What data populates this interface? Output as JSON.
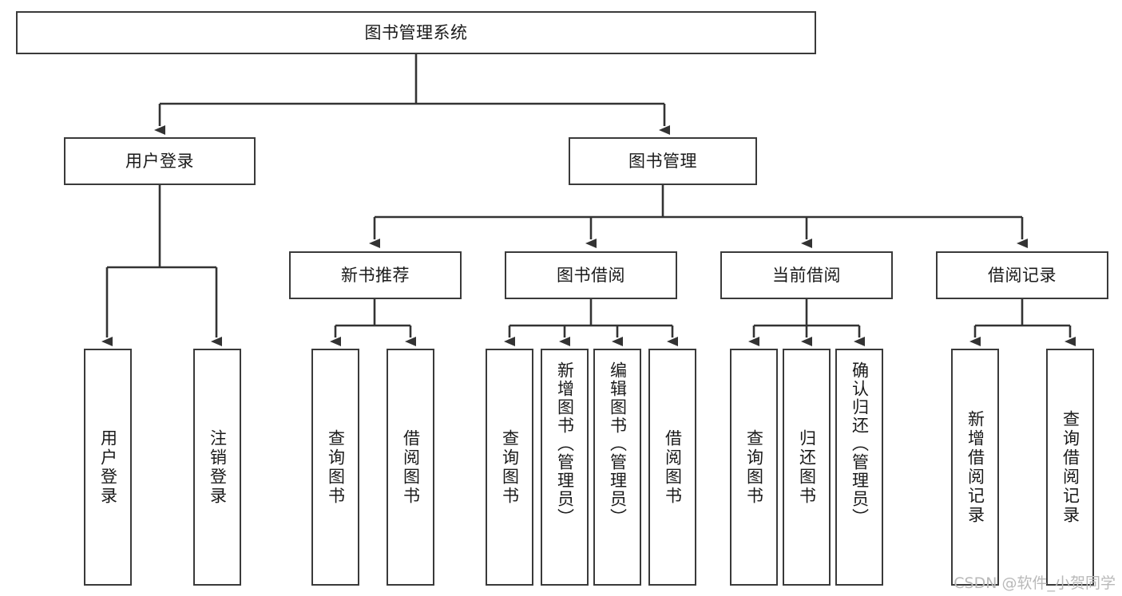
{
  "diagram": {
    "type": "tree-hierarchy",
    "title": "图书管理系统",
    "orientation": "top-down",
    "root": {
      "id": "root",
      "label": "图书管理系统",
      "level": 0
    },
    "level1": [
      {
        "id": "user-login",
        "label": "用户登录",
        "level": 1
      },
      {
        "id": "book-manage",
        "label": "图书管理",
        "level": 1
      }
    ],
    "level2": [
      {
        "id": "new-book-recommend",
        "label": "新书推荐",
        "level": 2,
        "parent": "book-manage"
      },
      {
        "id": "book-borrow",
        "label": "图书借阅",
        "level": 2,
        "parent": "book-manage"
      },
      {
        "id": "current-borrow",
        "label": "当前借阅",
        "level": 2,
        "parent": "book-manage"
      },
      {
        "id": "borrow-record",
        "label": "借阅记录",
        "level": 2,
        "parent": "book-manage"
      }
    ],
    "leaves": [
      {
        "id": "leaf-user-login",
        "label": "用户登录",
        "parent": "user-login"
      },
      {
        "id": "leaf-logout-login",
        "label": "注销登录",
        "parent": "user-login"
      },
      {
        "id": "leaf-query-book-1",
        "label": "查询图书",
        "parent": "new-book-recommend"
      },
      {
        "id": "leaf-borrow-book-1",
        "label": "借阅图书",
        "parent": "new-book-recommend"
      },
      {
        "id": "leaf-query-book-2",
        "label": "查询图书",
        "parent": "book-borrow"
      },
      {
        "id": "leaf-add-book",
        "label": "新增图书（管理员）",
        "parent": "book-borrow"
      },
      {
        "id": "leaf-edit-book",
        "label": "编辑图书（管理员）",
        "parent": "book-borrow"
      },
      {
        "id": "leaf-borrow-book-2",
        "label": "借阅图书",
        "parent": "book-borrow"
      },
      {
        "id": "leaf-query-book-3",
        "label": "查询图书",
        "parent": "current-borrow"
      },
      {
        "id": "leaf-return-book",
        "label": "归还图书",
        "parent": "current-borrow"
      },
      {
        "id": "leaf-confirm-return",
        "label": "确认归还（管理员）",
        "parent": "current-borrow"
      },
      {
        "id": "leaf-add-record",
        "label": "新增借阅记录",
        "parent": "borrow-record"
      },
      {
        "id": "leaf-query-record",
        "label": "查询借阅记录",
        "parent": "borrow-record"
      }
    ],
    "watermark": "CSDN @软件_小贺同学",
    "colors": {
      "box_border": "#3a3a3a",
      "box_fill": "#ffffff",
      "connector": "#333333",
      "text": "#1a1a1a",
      "watermark": "#b9b9b9"
    }
  }
}
